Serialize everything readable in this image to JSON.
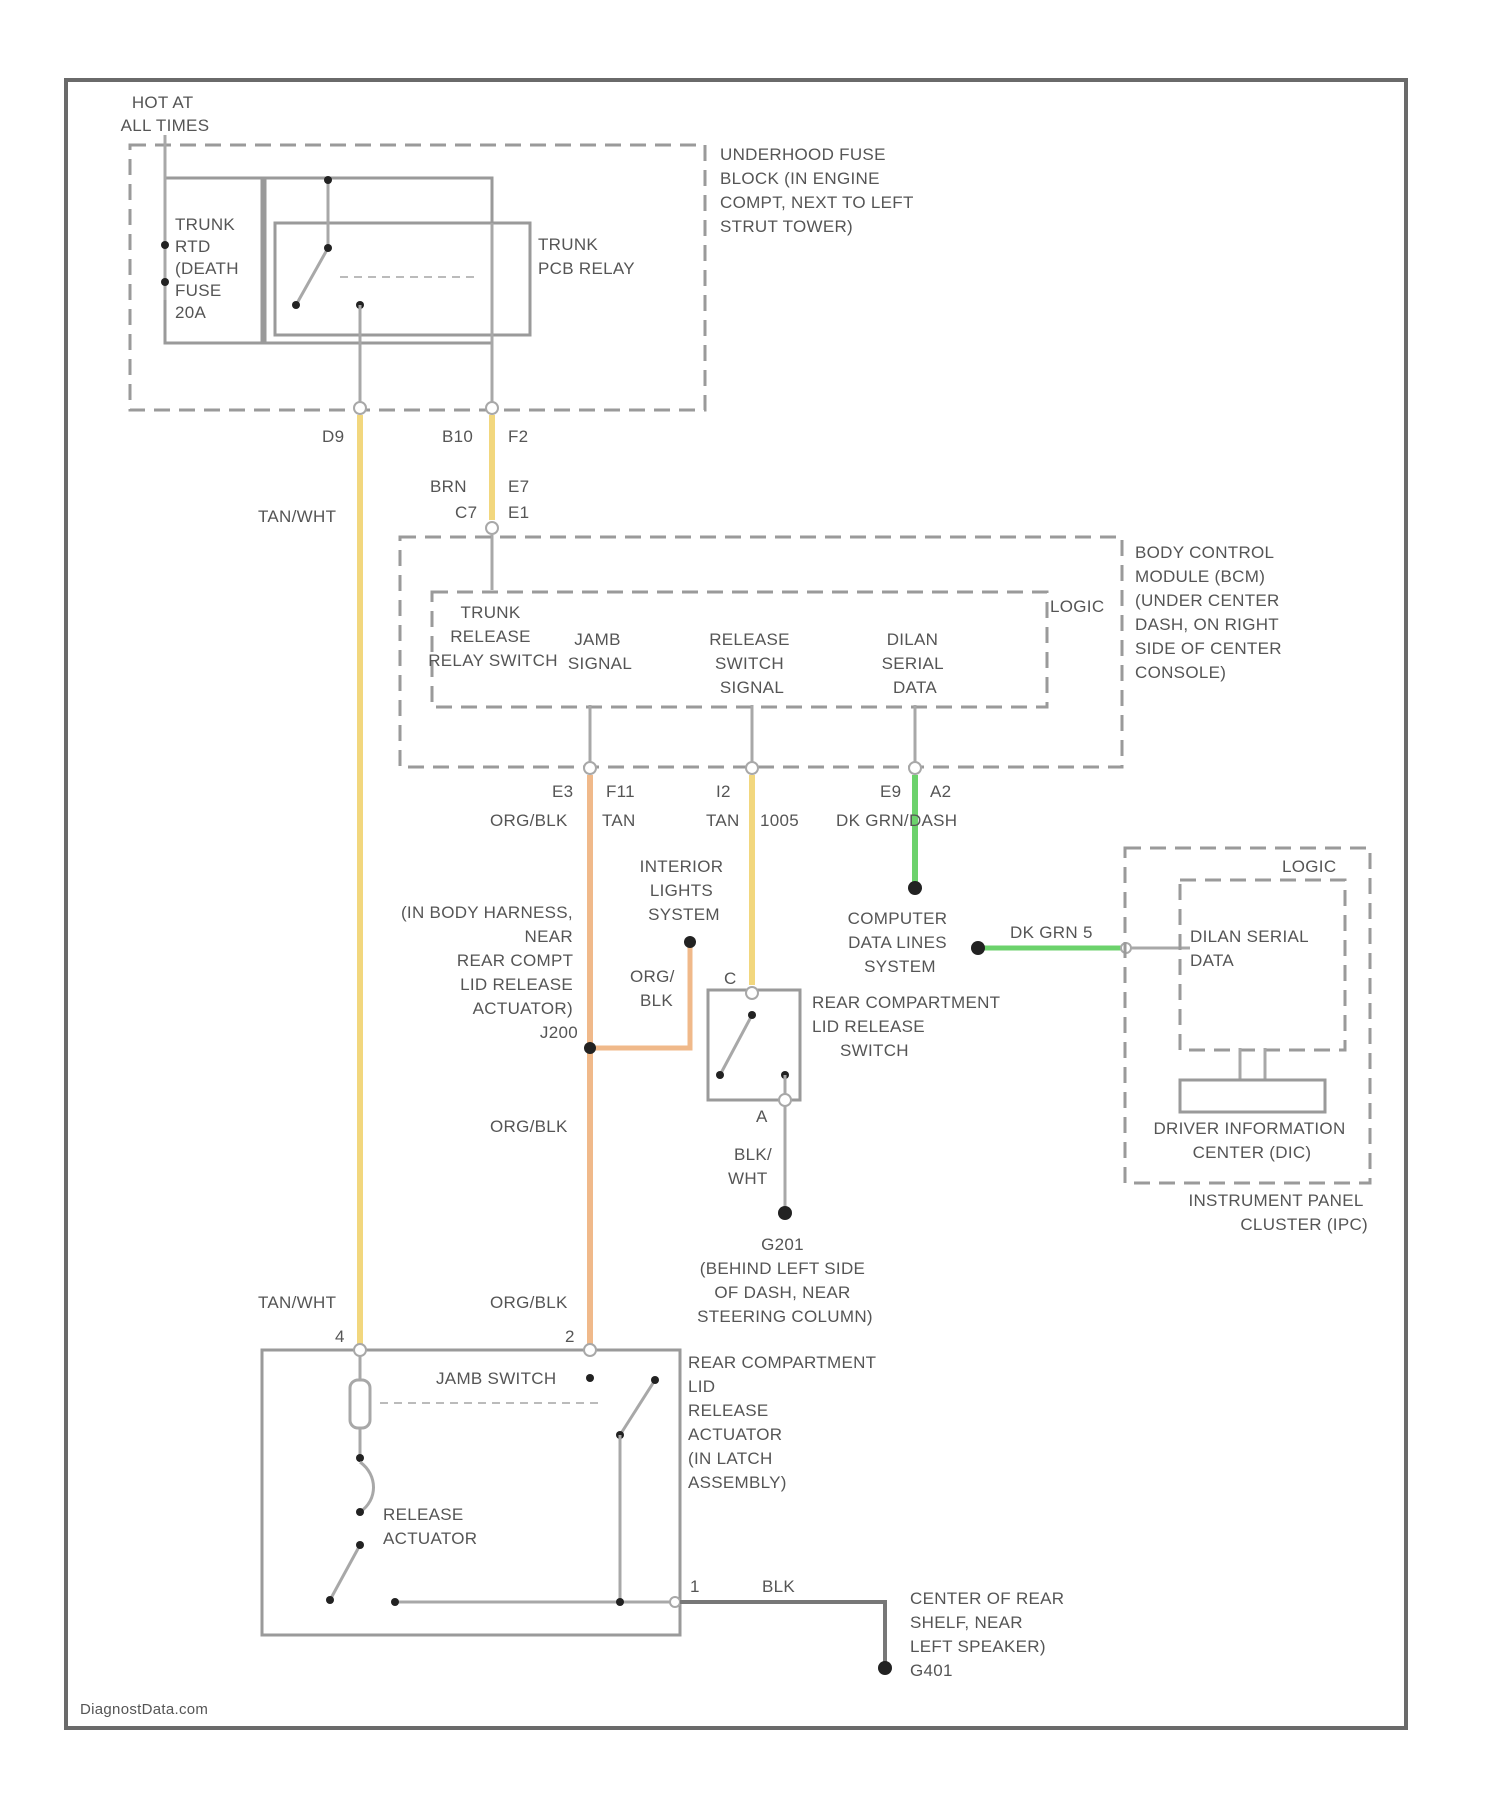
{
  "colors": {
    "yellow": "#f2d77e",
    "orange": "#f0b98a",
    "green": "#6cd26c",
    "gray": "#a8a8a8"
  },
  "labels": {
    "hot_at_all_times": [
      "HOT AT",
      "ALL TIMES"
    ],
    "fuse": [
      "TRUNK",
      "RTD",
      "(DEATH",
      "FUSE",
      "20A"
    ],
    "trunk_pcb_relay": [
      "TRUNK",
      "PCB RELAY"
    ],
    "underhood_fuse_block": [
      "UNDERHOOD FUSE",
      "BLOCK (IN ENGINE",
      "COMPT, NEXT TO LEFT",
      "STRUT TOWER)"
    ],
    "pin_d9": "D9",
    "pin_b10": "B10",
    "pin_f2": "F2",
    "brn": "BRN",
    "pin_e7": "E7",
    "pin_c7": "C7",
    "pin_e1": "E1",
    "tan_wht_top": "TAN/WHT",
    "bcm": [
      "BODY CONTROL",
      "MODULE (BCM)",
      "(UNDER CENTER",
      "DASH, ON RIGHT",
      "SIDE OF CENTER",
      "CONSOLE)"
    ],
    "logic_bcm": "LOGIC",
    "trunk_release_relay_switch": [
      "TRUNK",
      "RELEASE",
      "RELAY SWITCH"
    ],
    "jamb_signal": [
      "JAMB",
      "SIGNAL"
    ],
    "release_switch_signal": [
      "RELEASE",
      "SWITCH",
      "SIGNAL"
    ],
    "dlan_serial_data": [
      "DILAN",
      "SERIAL",
      "DATA"
    ],
    "pin_e3": "E3",
    "pin_f11": "F11",
    "pin_i2": "I2",
    "pin_e9": "E9",
    "pin_a2": "A2",
    "org_blk_1": "ORG/BLK",
    "tan_1": "TAN",
    "tan_2": "TAN",
    "code_1005": "1005",
    "dk_grn_dash": "DK GRN/DASH",
    "interior_lights": [
      "INTERIOR",
      "LIGHTS",
      "SYSTEM"
    ],
    "computer_data_lines": [
      "COMPUTER",
      "DATA LINES",
      "SYSTEM"
    ],
    "in_body_harness": [
      "(IN BODY HARNESS,",
      "NEAR",
      "REAR COMPT",
      "LID RELEASE",
      "ACTUATOR)",
      "J200"
    ],
    "org_blk_2": [
      "ORG/",
      "BLK"
    ],
    "pin_c": "C",
    "pin_a": "A",
    "rear_compt_lid_release_switch": [
      "REAR COMPARTMENT",
      "LID RELEASE",
      "SWITCH"
    ],
    "dk_grn_5": "DK GRN  5",
    "logic_ipc": "LOGIC",
    "dlan_serial_data_ipc": [
      "DILAN SERIAL",
      "DATA"
    ],
    "dic": [
      "DRIVER INFORMATION",
      "CENTER (DIC)"
    ],
    "ipc": [
      "INSTRUMENT PANEL",
      "CLUSTER (IPC)"
    ],
    "org_blk_3": "ORG/BLK",
    "blk_wht": [
      "BLK/",
      "WHT"
    ],
    "ground_g201": [
      "G201",
      "(BEHIND LEFT SIDE",
      "OF DASH, NEAR",
      "STEERING COLUMN)"
    ],
    "tan_wht_bottom": "TAN/WHT",
    "org_blk_4": "ORG/BLK",
    "pin_4": "4",
    "pin_2": "2",
    "jamb_switch": "JAMB SWITCH",
    "rear_compt_lid_release_actuator": [
      "REAR COMPARTMENT",
      "LID",
      "RELEASE",
      "ACTUATOR",
      "(IN LATCH",
      "ASSEMBLY)"
    ],
    "release_actuator": [
      "RELEASE",
      "ACTUATOR"
    ],
    "pin_1": "1",
    "blk": "BLK",
    "ground_g401": [
      "CENTER OF REAR",
      "SHELF, NEAR",
      "LEFT SPEAKER)",
      "G401"
    ],
    "watermark": "DiagnostData.com"
  }
}
